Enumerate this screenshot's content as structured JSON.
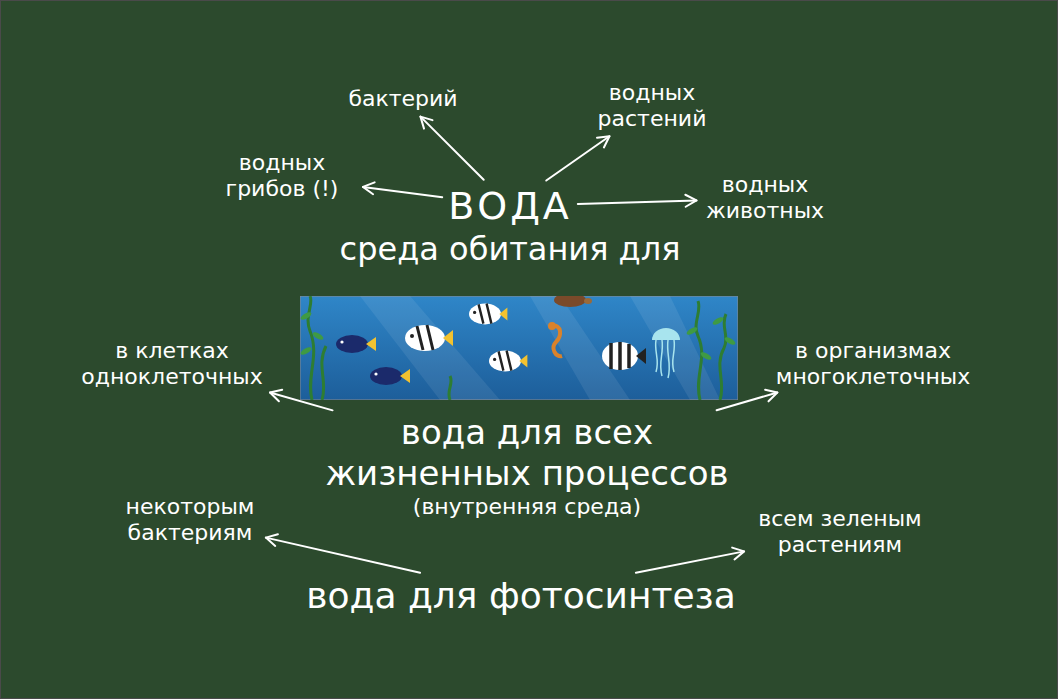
{
  "diagram": {
    "nodes": [
      {
        "text": [
          "ВОДА",
          "среда обитания для"
        ]
      },
      {
        "text": [
          "водных грибов (!)"
        ]
      },
      {
        "text": [
          "бактерий"
        ]
      },
      {
        "text": [
          "водных растений"
        ]
      },
      {
        "text": [
          "водных животных"
        ]
      },
      {
        "text": [
          "вода для всех жизненных процессов",
          "(внутренняя среда)"
        ]
      },
      {
        "text": [
          "в клетках одноклеточных"
        ]
      },
      {
        "text": [
          "в организмах многоклеточных"
        ]
      },
      {
        "text": [
          "вода для фотосинтеза"
        ]
      },
      {
        "text": [
          "некоторым бактериям"
        ]
      },
      {
        "text": [
          "всем зеленым растениям"
        ]
      }
    ],
    "edges": [
      {
        "from": 0,
        "to": 1,
        "arrow": "to"
      },
      {
        "from": 0,
        "to": 2,
        "arrow": "to"
      },
      {
        "from": 0,
        "to": 3,
        "arrow": "to"
      },
      {
        "from": 0,
        "to": 4,
        "arrow": "to"
      },
      {
        "from": 5,
        "to": 6,
        "arrow": "to"
      },
      {
        "from": 5,
        "to": 7,
        "arrow": "to"
      },
      {
        "from": 8,
        "to": 9,
        "arrow": "to"
      },
      {
        "from": 8,
        "to": 10,
        "arrow": "to"
      }
    ]
  }
}
